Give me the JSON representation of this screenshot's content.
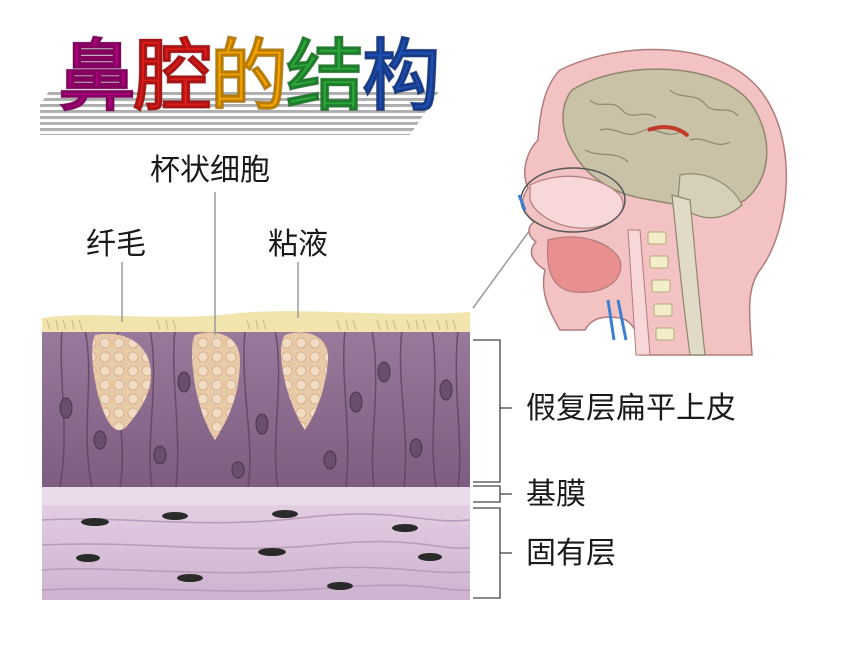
{
  "title": {
    "chars": [
      "鼻",
      "腔",
      "的",
      "结",
      "构"
    ]
  },
  "colors": {
    "title": [
      "#b0007f",
      "#e31b1b",
      "#f7a600",
      "#2aa63a",
      "#1f4fb5"
    ],
    "epithelium": "#8f6c91",
    "cell_nucleus": "#6a4e6d",
    "goblet": "#e8c9a8",
    "mucus": "#f1e4ad",
    "lamina_propria": "#dcc6dc",
    "skin": "#f3c2c2",
    "brain": "#c9c2a9"
  },
  "labels": {
    "goblet_cell": "杯状细胞",
    "cilia": "纤毛",
    "mucus": "粘液",
    "epithelium": "假复层扁平上皮",
    "basement_membrane": "基膜",
    "lamina_propria": "固有层"
  }
}
